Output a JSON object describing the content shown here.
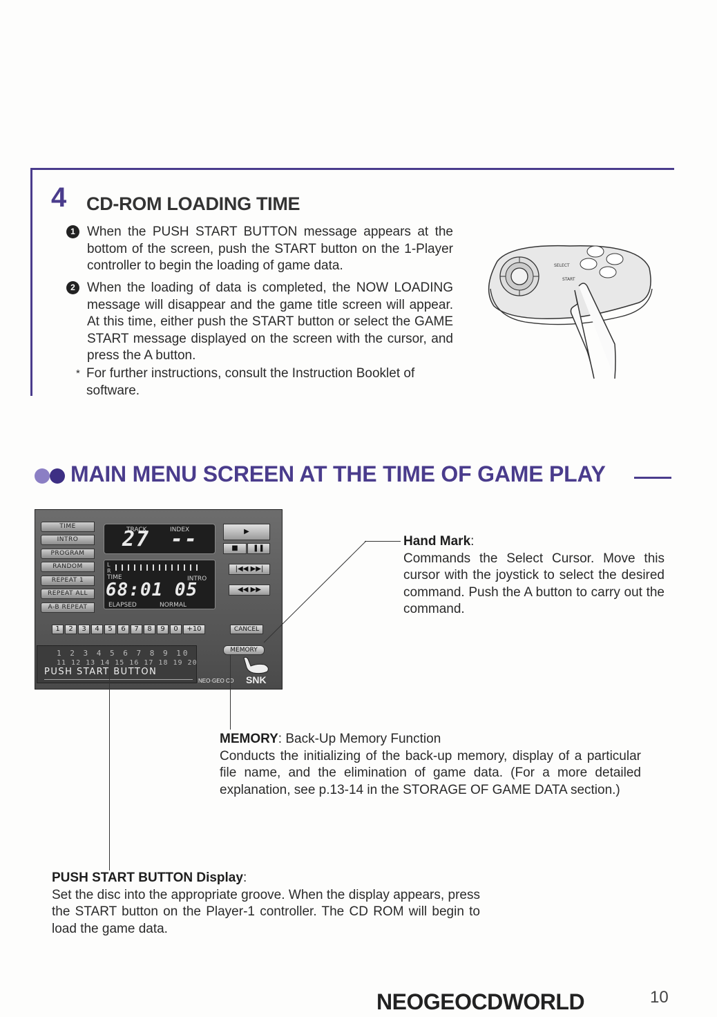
{
  "section": {
    "number": "4",
    "title": "CD-ROM LOADING TIME",
    "steps": [
      {
        "marker": "1",
        "text": "When the PUSH START BUTTON message appears at the bottom of the screen, push the START button on the 1-Player controller to begin the loading of game data."
      },
      {
        "marker": "2",
        "text": "When the loading of data is completed, the NOW LOADING message will disappear and the game title screen will appear. At this time, either push the START button or select the GAME START message displayed on the screen with the cursor, and press the A button."
      }
    ],
    "note": {
      "star": "*",
      "text": "For further instructions, consult the Instruction Booklet of software."
    },
    "controller": {
      "start_label": "START",
      "select_label": "SELECT"
    }
  },
  "heading2": "MAIN MENU SCREEN AT THE TIME OF GAME PLAY",
  "panel": {
    "side_buttons": [
      "TIME",
      "INTRO",
      "PROGRAM",
      "RANDOM",
      "REPEAT 1",
      "REPEAT ALL",
      "A-B REPEAT"
    ],
    "track_label": "TRACK",
    "index_label": "INDEX",
    "track_value": "27",
    "index_value": "--",
    "time_label": "TIME",
    "intro_label": "INTRO",
    "lr_label": "L R",
    "time_value": "68:01 05",
    "elapsed_label": "ELAPSED",
    "normal_label": "NORMAL",
    "play_btn": "▶",
    "stop_btn": "■",
    "pause_btn": "❚❚",
    "skip_btn": "|◀◀ ▶▶|",
    "seek_btn": "◀◀ ▶▶",
    "numbers": [
      "1",
      "2",
      "3",
      "4",
      "5",
      "6",
      "7",
      "8",
      "9",
      "0",
      "+10"
    ],
    "cancel_btn": "CANCEL",
    "memory_btn": "MEMORY",
    "tracks_row1": "1 2 3 4 5 6 7 8 9 10",
    "tracks_row2": "11 12 13 14 15 16 17 18 19 20",
    "push_start": "PUSH START BUTTON",
    "brand_small": "NEO·GEO CD",
    "brand_snk": "SNK"
  },
  "callouts": {
    "hand": {
      "title": "Hand Mark",
      "colon": ":",
      "text": "Commands the Select Cursor. Move this cursor with the joystick to select the desired command. Push the A button to carry out the command."
    },
    "memory": {
      "title": "MEMORY",
      "subtitle": ": Back-Up Memory Function",
      "text": "Conducts the initializing of the back-up memory, display of a particular file name, and the elimination of game data. (For a more detailed explanation, see p.13-14 in the STORAGE OF GAME DATA section.)"
    },
    "push": {
      "title": "PUSH START BUTTON Display",
      "colon": ":",
      "text": "Set the disc into the appropriate groove. When the display appears, press the START button on the Player-1 controller. The CD ROM will begin to load the game data."
    }
  },
  "footer": {
    "brand": "NEOGEOCDWORLD",
    "page": "10"
  }
}
